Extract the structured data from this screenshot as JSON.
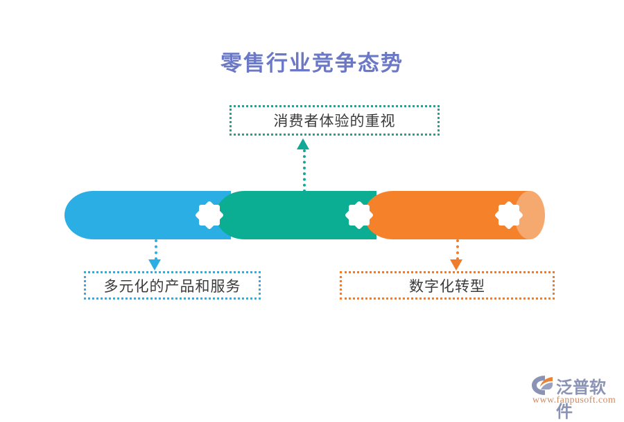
{
  "page": {
    "background": "#ffffff",
    "title": "零售行业竞争态势",
    "title_color": "#6B78C6"
  },
  "callouts": [
    {
      "id": "consumer-experience",
      "label": "消费者体验的重视",
      "border_color": "#12A898",
      "position": "top"
    },
    {
      "id": "diverse-products",
      "label": "多元化的产品和服务",
      "border_color": "#2BAEE4",
      "position": "bottom-left"
    },
    {
      "id": "digital-transformation",
      "label": "数字化转型",
      "border_color": "#F07B28",
      "position": "bottom-right"
    }
  ],
  "cylinder": {
    "segments": [
      {
        "id": "segment-blue",
        "color": "#2BAEE4",
        "icon": "eight-point-star-icon"
      },
      {
        "id": "segment-teal",
        "color": "#0CAE93",
        "icon": "eight-point-star-icon"
      },
      {
        "id": "segment-orange",
        "color": "#F5822B",
        "icon": "eight-point-star-icon"
      }
    ],
    "end_cap_color": "#F6A96E"
  },
  "connectors": [
    {
      "id": "connector-teal-up",
      "color": "#12A898",
      "direction": "up"
    },
    {
      "id": "connector-blue-down",
      "color": "#2BAEE4",
      "direction": "down"
    },
    {
      "id": "connector-orange-down",
      "color": "#F07B28",
      "direction": "down"
    }
  ],
  "logo": {
    "name": "泛普软件",
    "url": "www.fanpusoft.com",
    "text_color": "#8B93B5",
    "url_color": "#D08A62",
    "mark_color": "#8B93B5",
    "mark_accent": "#E8833A"
  }
}
